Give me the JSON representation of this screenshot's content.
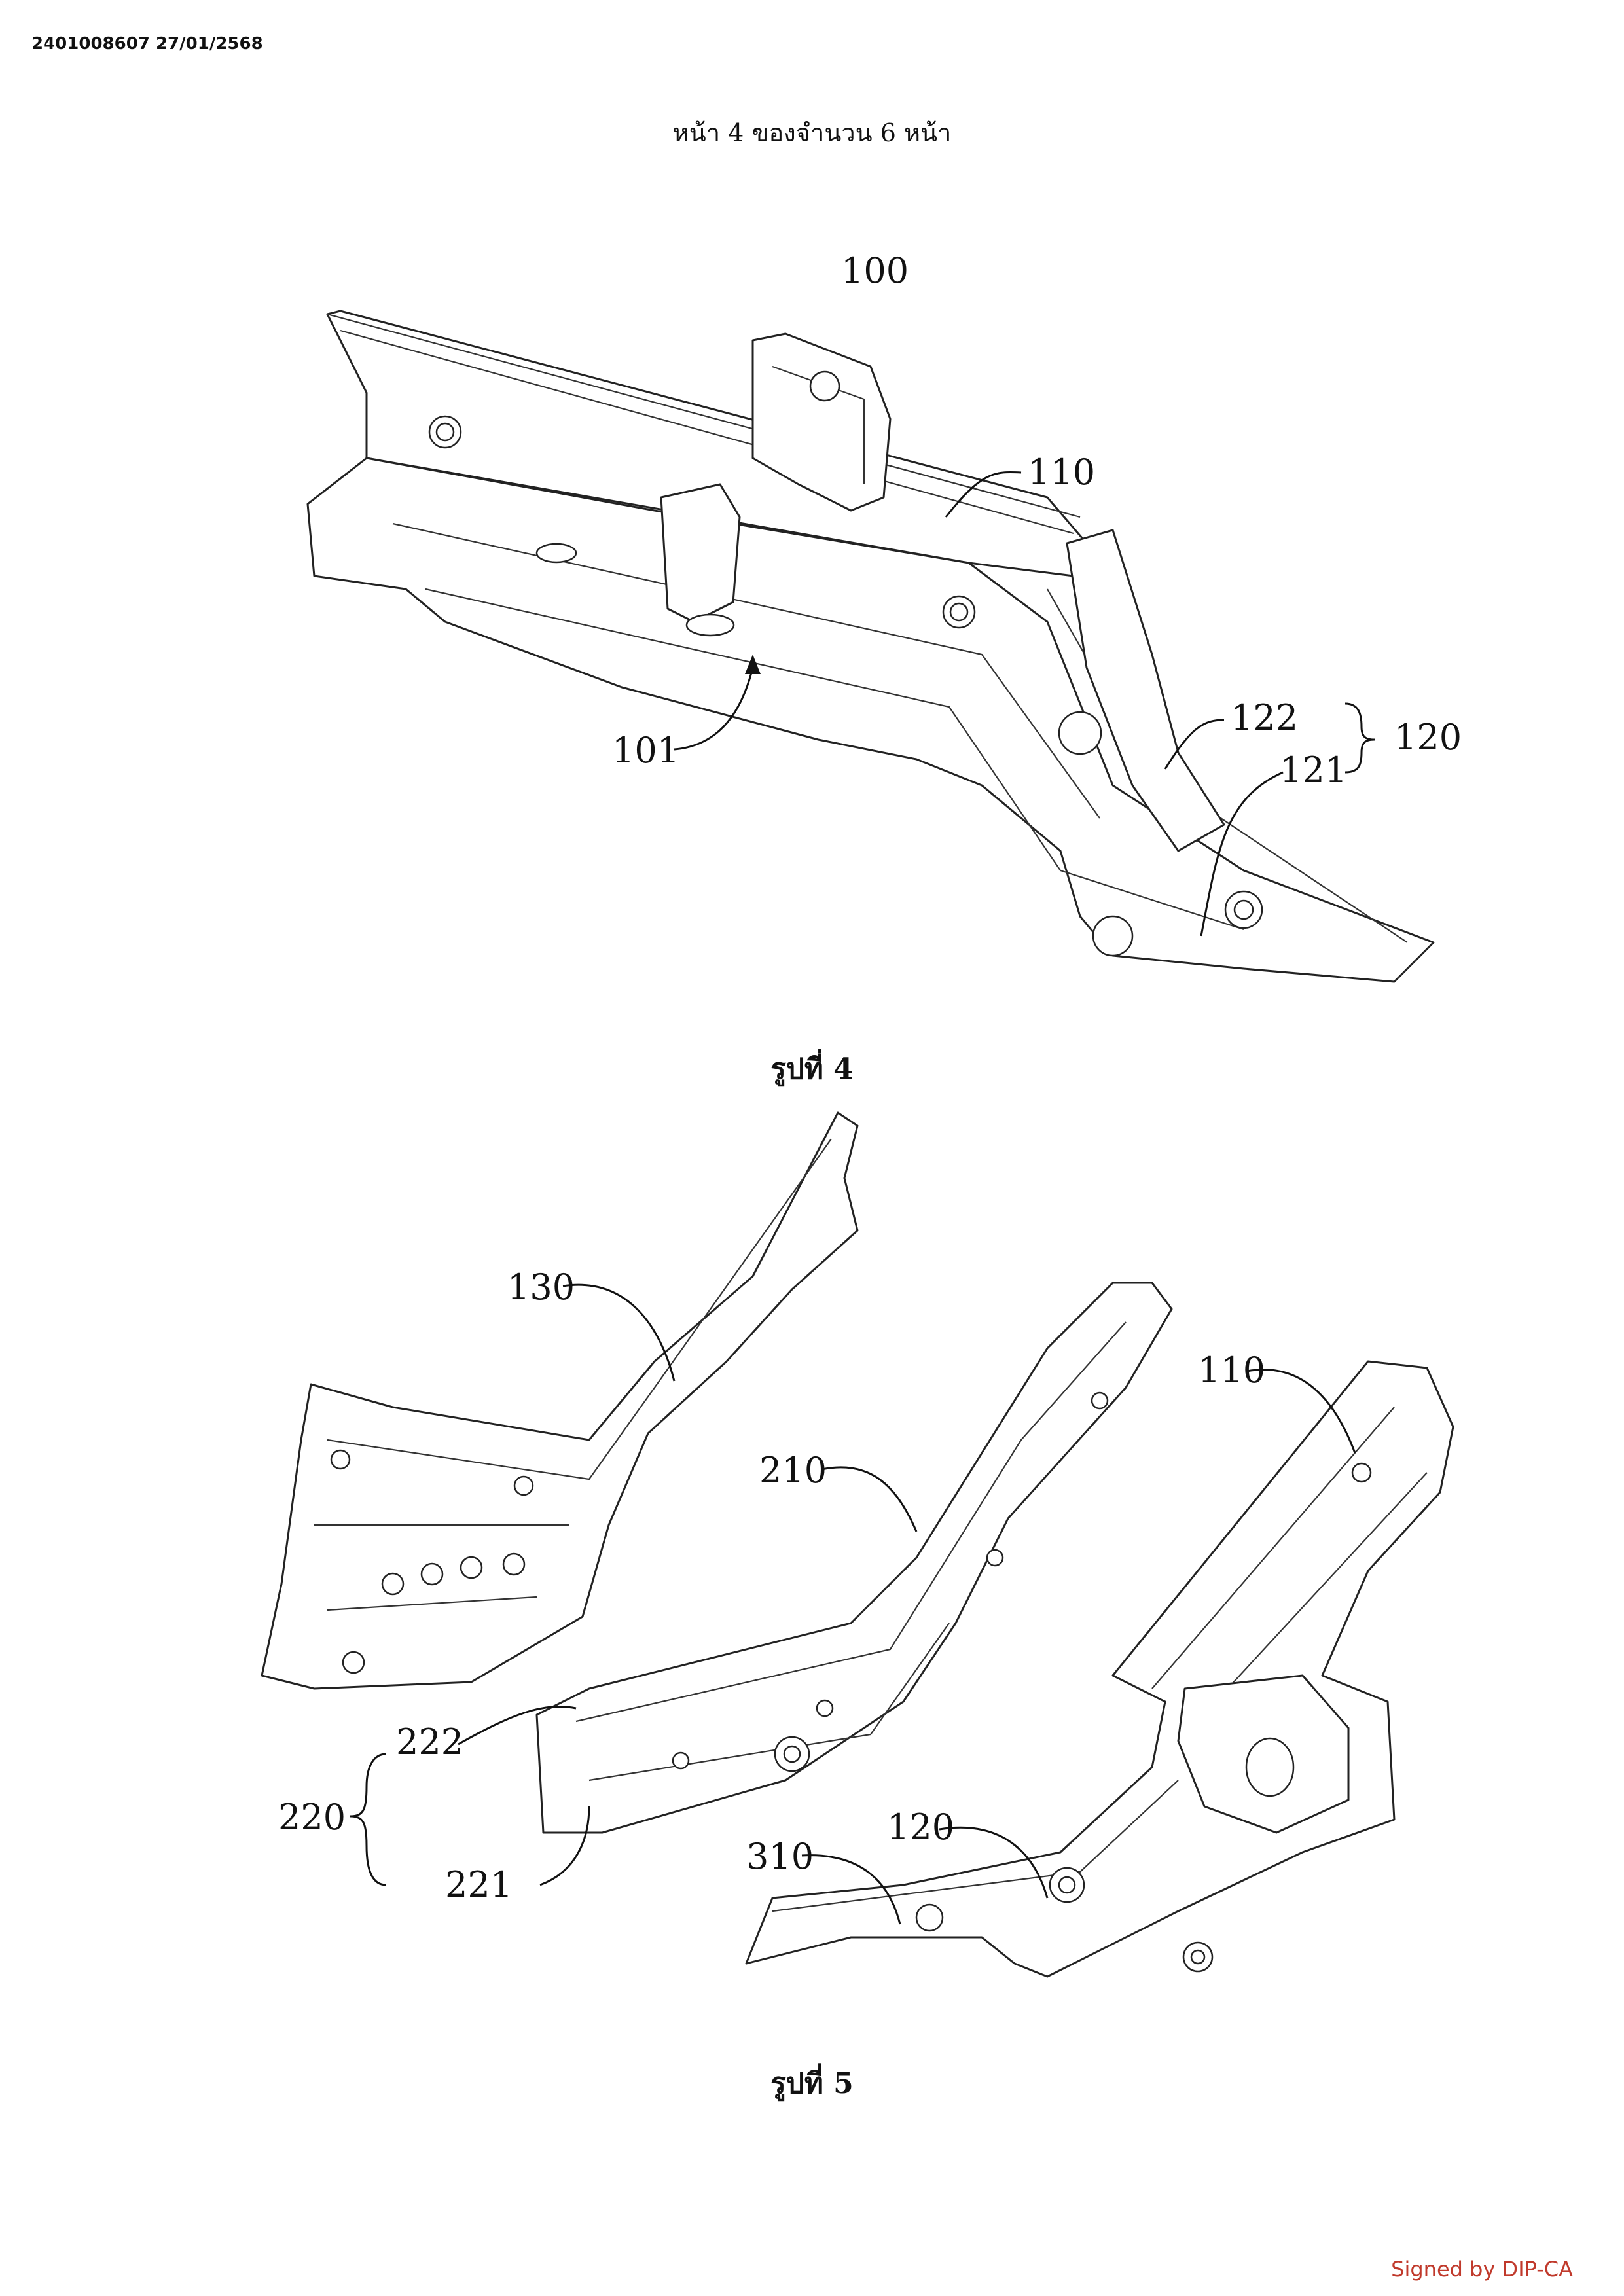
{
  "header": {
    "document_id": "2401008607 27/01/2568",
    "page_count": "หน้า 4 ของจำนวน 6 หน้า"
  },
  "figure4": {
    "caption": "รูปที่ 4",
    "labels": {
      "assembly": "100",
      "rail": "110",
      "mark": "101",
      "sub_a": "122",
      "sub_b": "121",
      "group": "120"
    }
  },
  "figure5": {
    "caption": "รูปที่ 5",
    "labels": {
      "upper": "130",
      "middle": "210",
      "rail": "110",
      "section_a": "222",
      "section_b": "221",
      "group": "220",
      "rear": "120",
      "plate": "310"
    }
  },
  "footer": {
    "signature": "Signed by DIP-CA"
  }
}
